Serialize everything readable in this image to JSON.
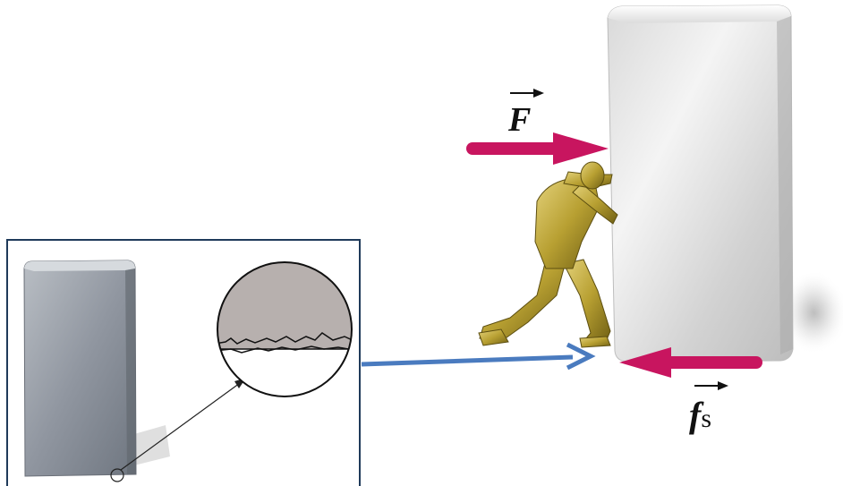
{
  "labels": {
    "applied_force": "F",
    "static_friction_main": "f",
    "static_friction_sub": "s"
  },
  "colors": {
    "force_arrow": "#c8155f",
    "link_arrow": "#4a7bbf",
    "inset_border": "#1f3a5a",
    "block_light": "#f2f2f2",
    "block_dark": "#9c9c9c",
    "figure_gold": "#b8a032",
    "magnified_surface": "#b7b0ae"
  },
  "icons": {
    "person": "person-pushing-icon",
    "magnifier": "magnifying-circle-icon"
  }
}
